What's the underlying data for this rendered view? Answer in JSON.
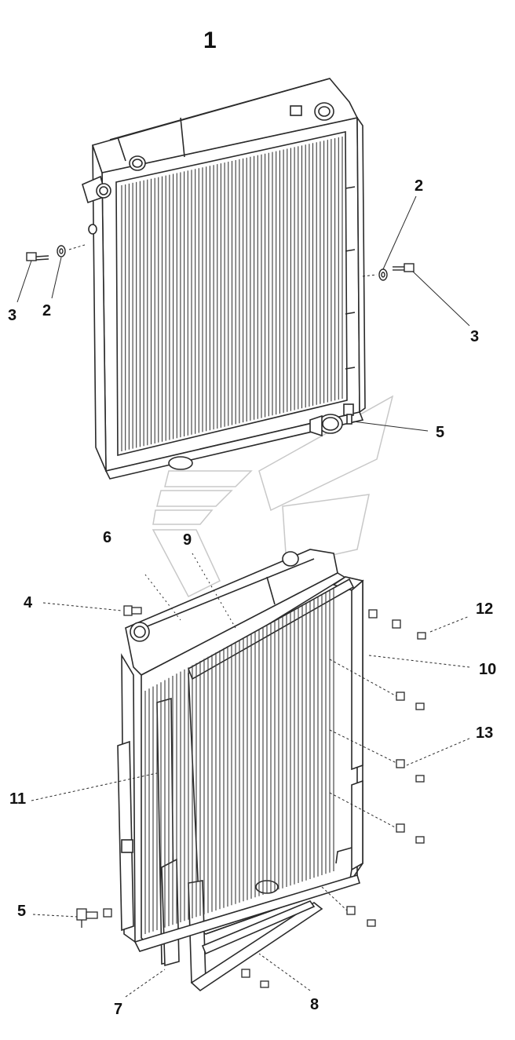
{
  "title": "1",
  "callouts": {
    "upper_left_3": "3",
    "upper_left_2": "2",
    "upper_right_2": "2",
    "upper_right_3": "3",
    "upper_5": "5",
    "lower_6": "6",
    "lower_9": "9",
    "lower_4": "4",
    "lower_12": "12",
    "lower_10": "10",
    "lower_13": "13",
    "lower_11": "11",
    "lower_5": "5",
    "lower_7": "7",
    "lower_8": "8"
  },
  "colors": {
    "line": "#2a2a2a",
    "fin": "#3a3a3a",
    "watermark": "#c8c8c8",
    "background": "#ffffff"
  }
}
